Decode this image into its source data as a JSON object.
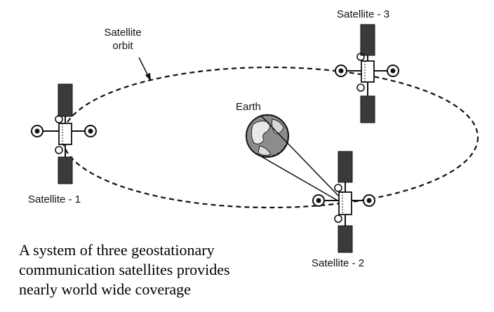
{
  "labels": {
    "orbit_line1": "Satellite",
    "orbit_line2": "orbit",
    "earth": "Earth",
    "satellite_1": "Satellite - 1",
    "satellite_2": "Satellite - 2",
    "satellite_3": "Satellite - 3"
  },
  "caption": {
    "line1": "A system of three geostationary",
    "line2": "communication satellites provides",
    "line3": "nearly world wide coverage"
  },
  "colors": {
    "ink": "#111111",
    "panel": "#3a3a3a",
    "earth": "#8c8c8c",
    "background": "#ffffff"
  }
}
